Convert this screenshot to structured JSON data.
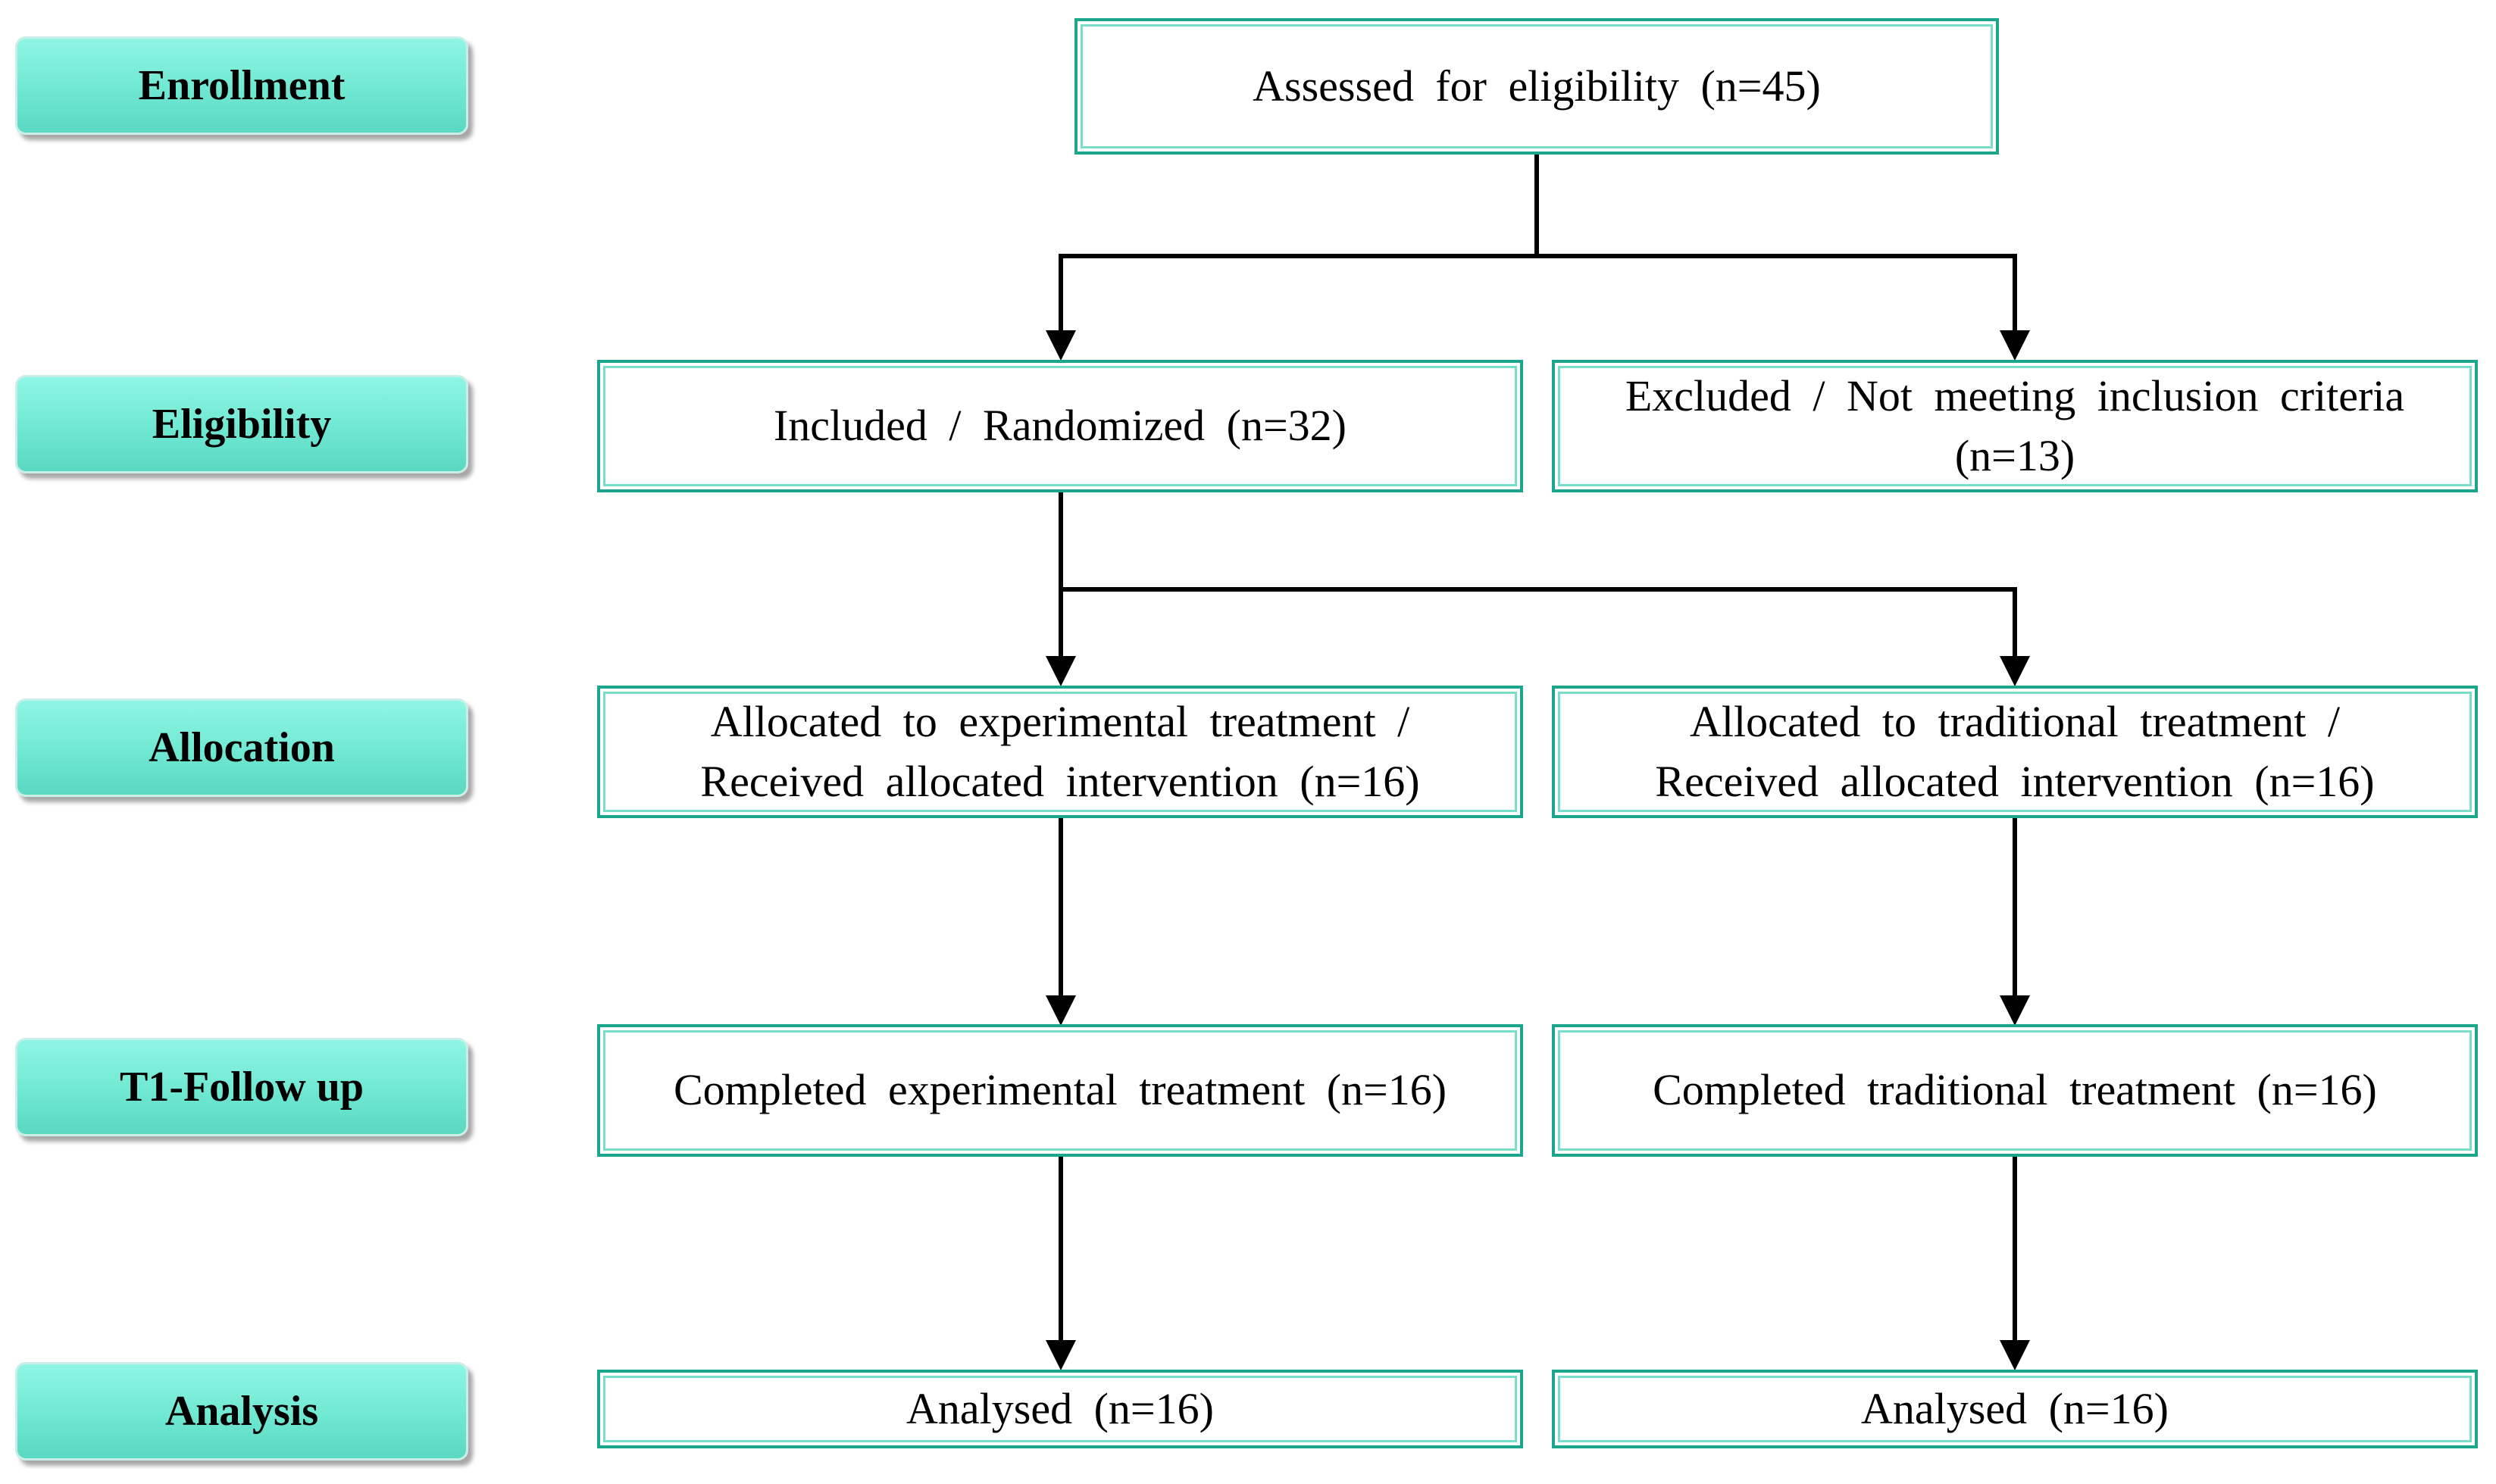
{
  "stages": {
    "enrollment": "Enrollment",
    "eligibility": "Eligibility",
    "allocation": "Allocation",
    "followup": "T1-Follow up",
    "analysis": "Analysis"
  },
  "boxes": {
    "assessed": "Assessed for eligibility (n=45)",
    "included": "Included / Randomized (n=32)",
    "excluded_line1": "Excluded / Not meeting inclusion criteria",
    "excluded_line2": "(n=13)",
    "alloc_exp_line1": "Allocated to experimental treatment /",
    "alloc_exp_line2": "Received allocated intervention (n=16)",
    "alloc_trad_line1": "Allocated to traditional treatment /",
    "alloc_trad_line2": "Received allocated intervention (n=16)",
    "completed_exp": "Completed experimental treatment (n=16)",
    "completed_trad": "Completed traditional treatment (n=16)",
    "analysed_exp": "Analysed (n=16)",
    "analysed_trad": "Analysed (n=16)"
  },
  "colors": {
    "stage_fill": "#6fe8d2",
    "box_border": "#1aa58c",
    "connector": "#000000"
  }
}
